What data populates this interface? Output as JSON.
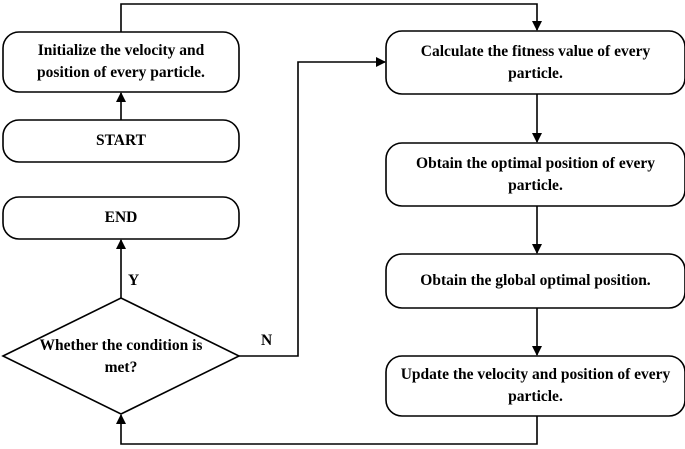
{
  "flowchart": {
    "nodes": {
      "init": "Initialize the velocity and position of every particle.",
      "start": "START",
      "end": "END",
      "condition": "Whether the condition is met?",
      "fitness": "Calculate the fitness value of every particle.",
      "optimal": "Obtain the optimal position of every particle.",
      "global": "Obtain the global optimal position.",
      "update": "Update the velocity and position of every particle."
    },
    "edge_labels": {
      "yes": "Y",
      "no": "N"
    },
    "colors": {
      "stroke": "#000000",
      "fill": "#ffffff"
    }
  }
}
